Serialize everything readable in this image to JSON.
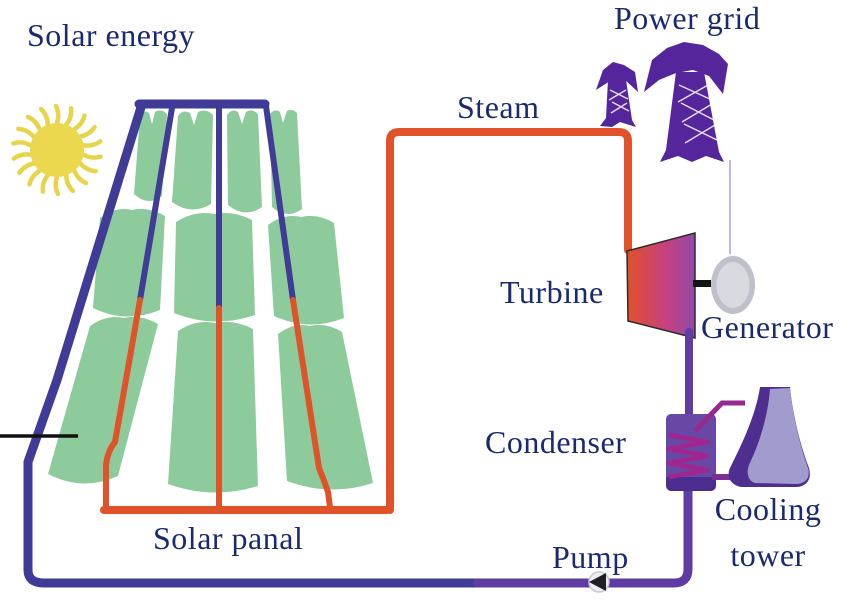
{
  "diagram": {
    "type": "solar-thermal-power-plant-flow-diagram",
    "labels": {
      "solar_energy": "Solar energy",
      "power_grid": "Power grid",
      "steam": "Steam",
      "turbine": "Turbine",
      "generator": "Generator",
      "condenser": "Condenser",
      "cooling_tower_line1": "Cooling",
      "cooling_tower_line2": "tower",
      "pump": "Pump",
      "solar_panel": "Solar panal"
    },
    "icons": {
      "sun": "sun-icon",
      "solar_panel_array": "solar-panel-array",
      "power_grid_towers": "transmission-towers-icon",
      "turbine": "turbine-shape",
      "generator": "generator-shape",
      "condenser": "condenser-shape",
      "cooling_tower": "cooling-tower-shape",
      "pump": "pump-arrow-icon"
    },
    "colors": {
      "label_text": "#1b2a70",
      "cold_pipe_blue": "#3f3b96",
      "hot_pipe_orange": "#e0522a",
      "condensate_pipe_purple": "#5e3ca2",
      "panel_green": "#8ecb9c",
      "sun_yellow": "#e8d84b",
      "grid_tower_purple": "#55269b",
      "turbine_orange": "#e0512a",
      "turbine_purple": "#8f4aa6",
      "generator_gray": "#d9d9e0",
      "condenser_purple": "#6847a5",
      "condenser_coil_magenta": "#a2258f",
      "cooling_tower_lavender": "#a29cce",
      "cooling_tower_shadow": "#4e2f90"
    }
  }
}
